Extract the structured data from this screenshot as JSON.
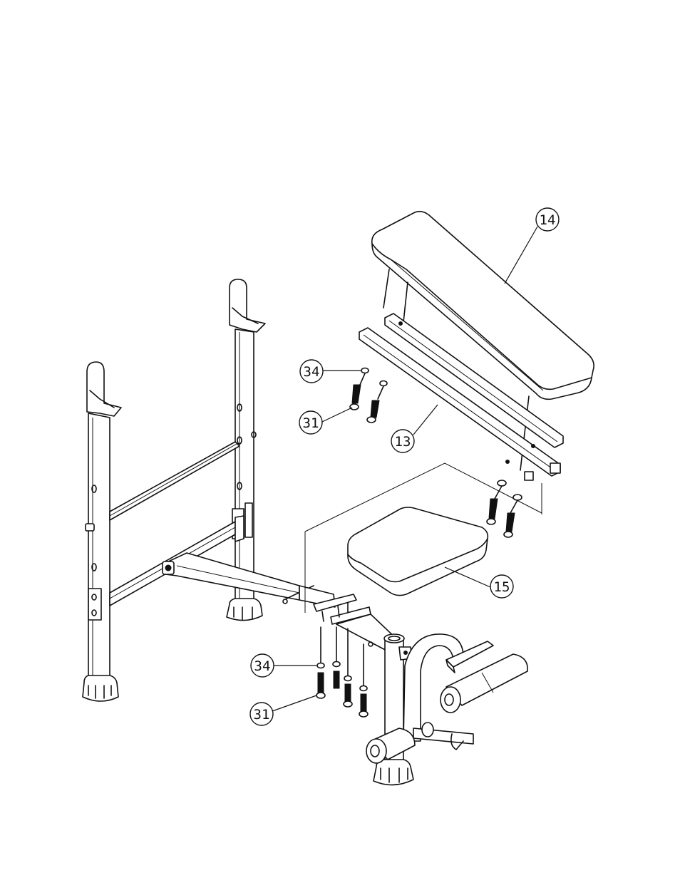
{
  "callouts": {
    "c14": "14",
    "c34a": "34",
    "c31a": "31",
    "c13": "13",
    "c15": "15",
    "c34b": "34",
    "c31b": "31"
  },
  "colors": {
    "ink": "#111111",
    "paper": "#ffffff"
  }
}
